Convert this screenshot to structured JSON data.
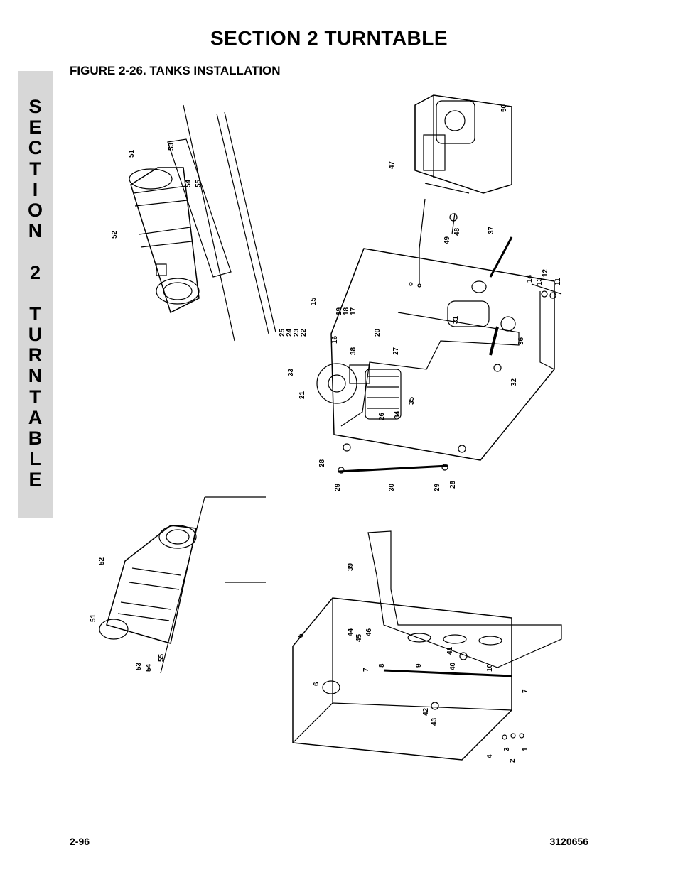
{
  "header": {
    "section_title": "SECTION 2   TURNTABLE"
  },
  "figure": {
    "title": "FIGURE 2-26.  TANKS INSTALLATION"
  },
  "side_tab": {
    "letters": [
      "S",
      "E",
      "C",
      "T",
      "I",
      "O",
      "N",
      "",
      "2",
      "",
      "T",
      "U",
      "R",
      "N",
      "T",
      "A",
      "B",
      "L",
      "E"
    ]
  },
  "callouts": {
    "c51a": "51",
    "c53a": "53",
    "c54a": "54",
    "c55a": "55",
    "c52a": "52",
    "c47": "47",
    "c50": "50",
    "c49": "49",
    "c48": "48",
    "c37": "37",
    "c14": "14",
    "c13": "13",
    "c12": "12",
    "c11": "11",
    "c15": "15",
    "c19": "19",
    "c18": "18",
    "c17": "17",
    "c25": "25",
    "c24": "24",
    "c23": "23",
    "c22": "22",
    "c16": "16",
    "c20": "20",
    "c38": "38",
    "c27": "27",
    "c31": "31",
    "c36": "36",
    "c33": "33",
    "c21": "21",
    "c26": "26",
    "c34": "34",
    "c35": "35",
    "c32": "32",
    "c28a": "28",
    "c29a": "29",
    "c30": "30",
    "c29b": "29",
    "c28b": "28",
    "c52b": "52",
    "c51b": "51",
    "c53b": "53",
    "c54b": "54",
    "c55b": "55",
    "c39": "39",
    "c5": "5",
    "c44": "44",
    "c45": "45",
    "c46": "46",
    "c6": "6",
    "c7a": "7",
    "c8": "8",
    "c9": "9",
    "c41": "41",
    "c40": "40",
    "c10": "10",
    "c42": "42",
    "c43": "43",
    "c7b": "7",
    "c4": "4",
    "c3": "3",
    "c2": "2",
    "c1": "1"
  },
  "footer": {
    "page_number": "2-96",
    "doc_number": "3120656"
  }
}
